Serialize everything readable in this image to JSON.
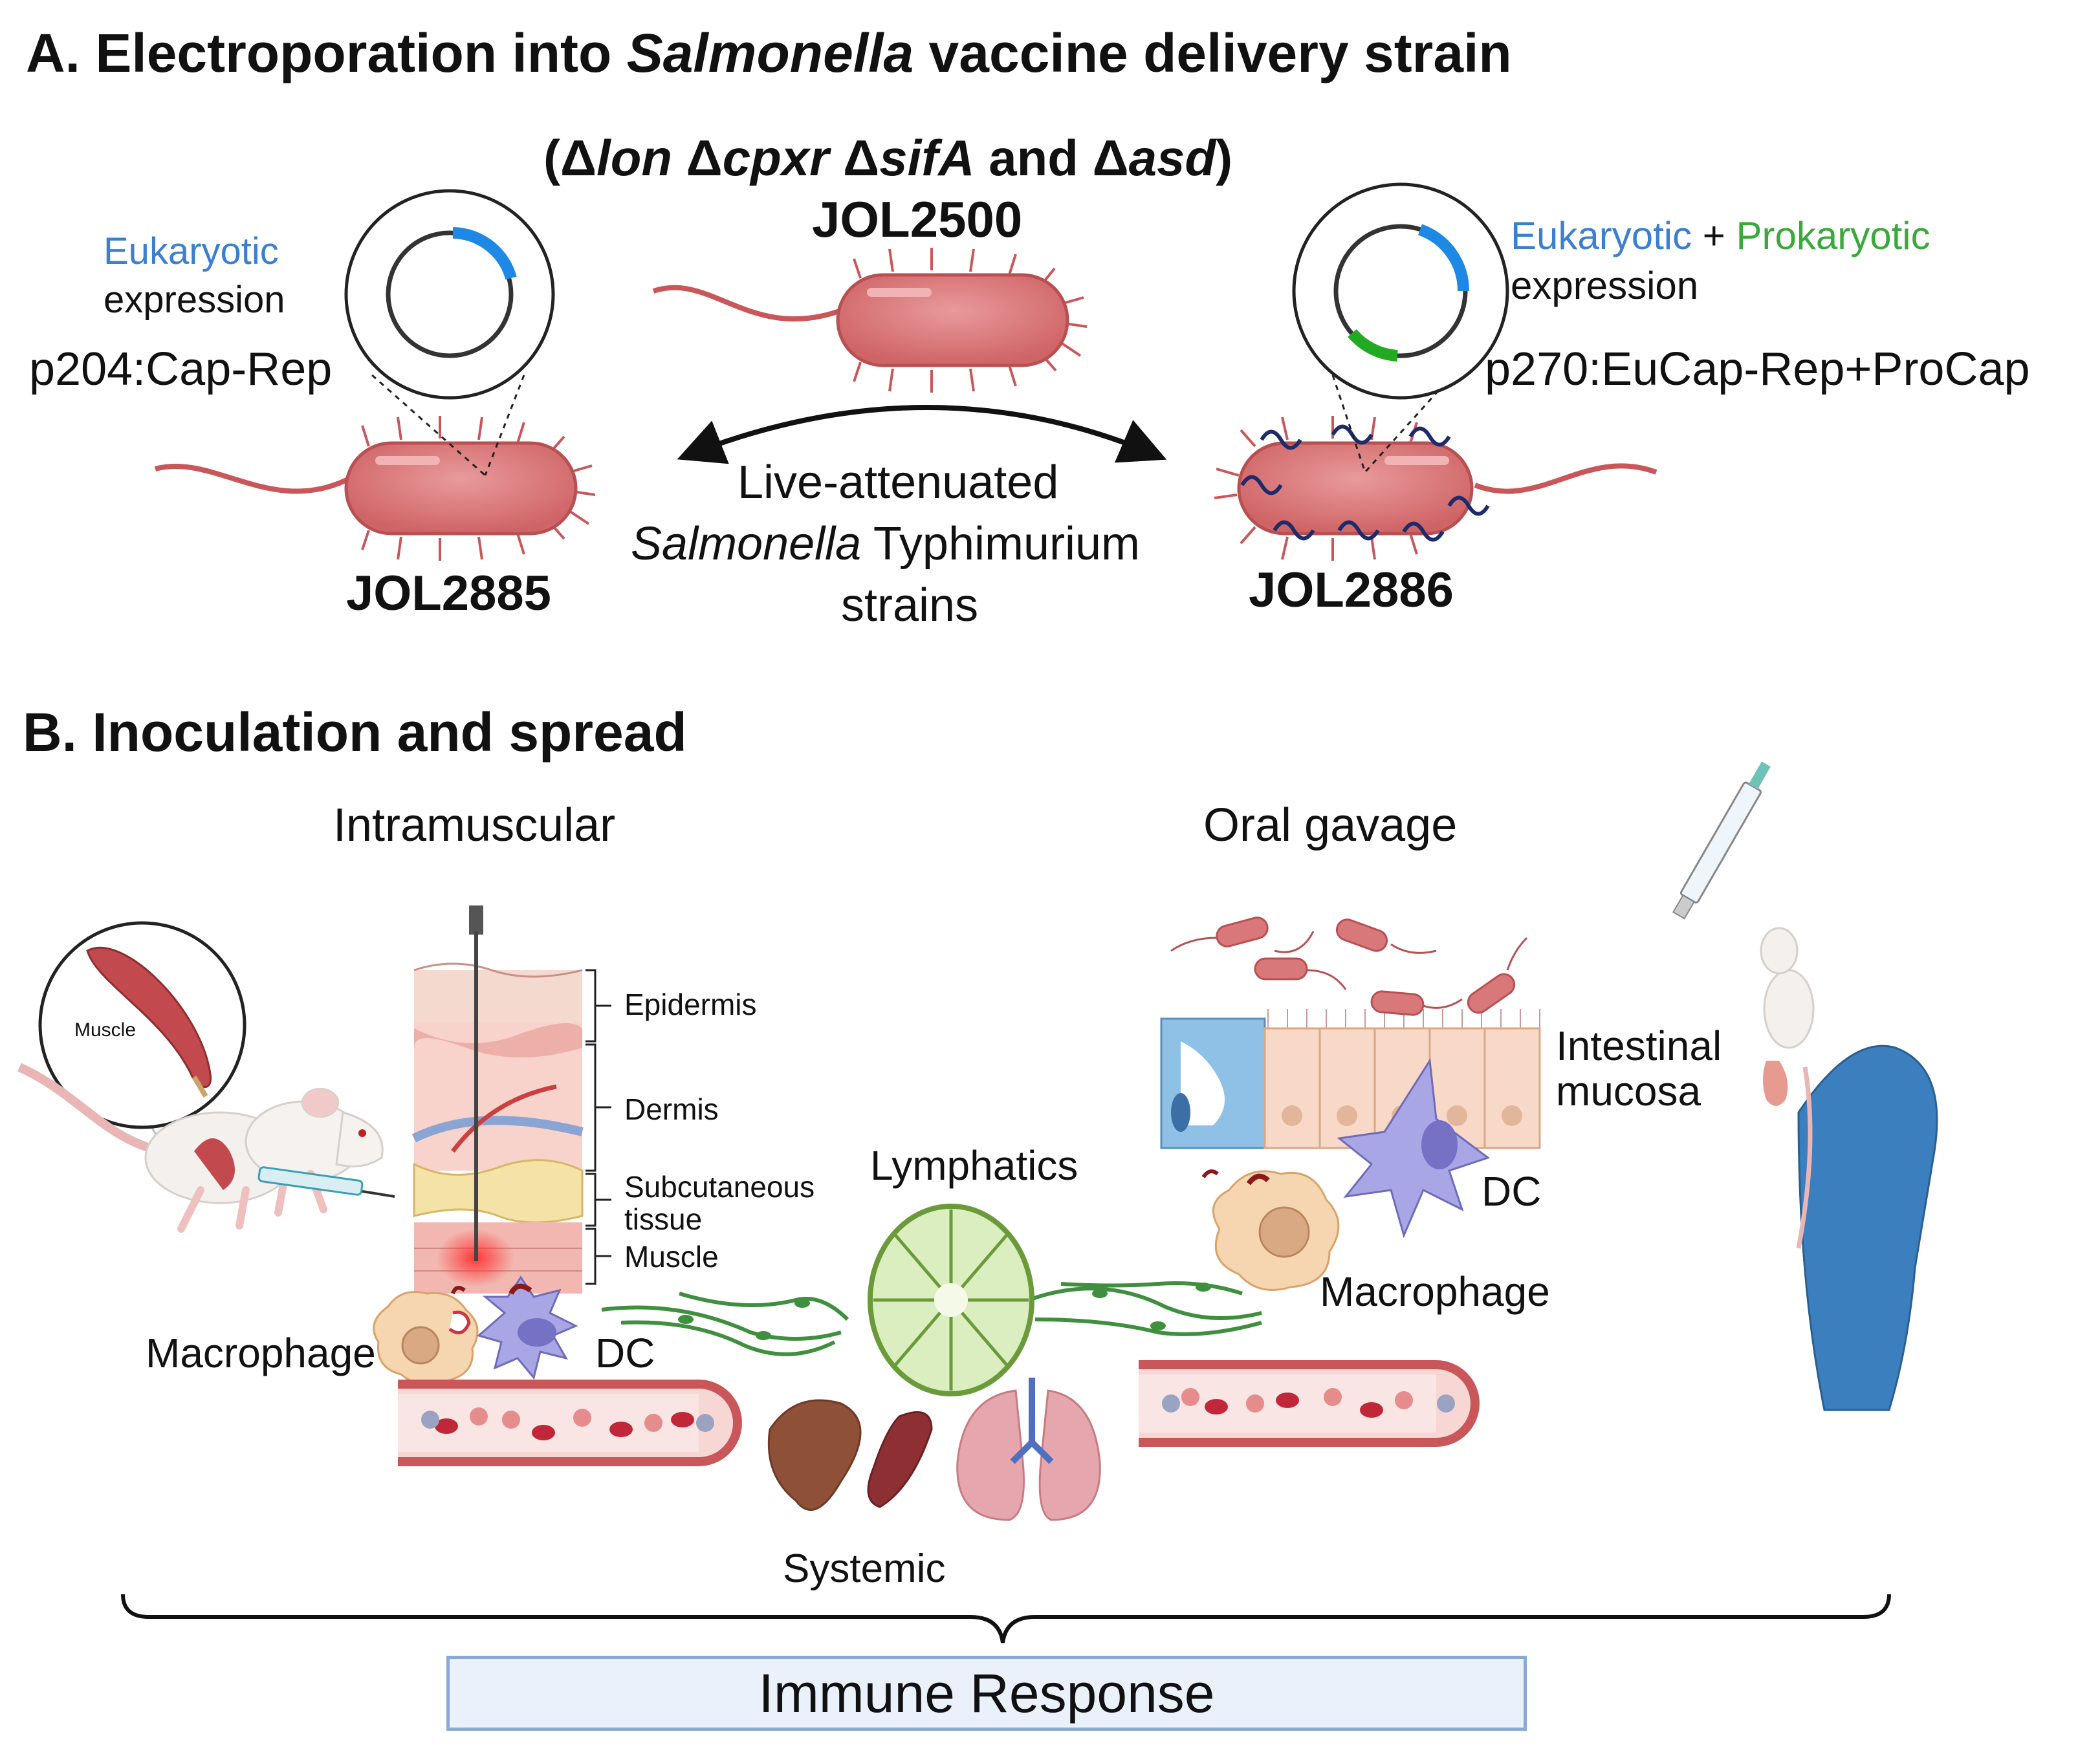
{
  "panel_a": {
    "title_prefix": "A. Electroporation into ",
    "title_italic": "Salmonella",
    "title_suffix": " vaccine delivery strain",
    "genotype": {
      "open": "(Δ",
      "lon": "lon",
      "d2": " Δ",
      "cpxr": "cpxr",
      "d3": " Δ",
      "sifA": "sifA",
      "and": " and Δ",
      "asd": "asd",
      "close": ")"
    },
    "parent_strain": "JOL2500",
    "left": {
      "expr_color_word": "Eukaryotic",
      "expr_word": "expression",
      "plasmid": "p204:Cap-Rep",
      "strain": "JOL2885"
    },
    "right": {
      "expr_color_word_1": "Eukaryotic",
      "plus": " + ",
      "expr_color_word_2": "Prokaryotic",
      "expr_word": "expression",
      "plasmid": "p270:EuCap-Rep+ProCap",
      "strain": "JOL2886"
    },
    "center_caption": {
      "line1": "Live-attenuated",
      "line2_italic": "Salmonella",
      "line2_rest": " Typhimurium",
      "line3": "strains"
    }
  },
  "panel_b": {
    "title": "B. Inoculation and spread",
    "intramuscular": "Intramuscular",
    "oral": "Oral gavage",
    "muscle_inset": "Muscle",
    "skin_layers": {
      "epidermis": "Epidermis",
      "dermis": "Dermis",
      "subcutaneous_1": "Subcutaneous",
      "subcutaneous_2": "tissue",
      "muscle": "Muscle"
    },
    "macrophage_left": "Macrophage",
    "dc_left": "DC",
    "lymphatics": "Lymphatics",
    "intestinal_1": "Intestinal",
    "intestinal_2": "mucosa",
    "dc_right": "DC",
    "macrophage_right": "Macrophage",
    "systemic": "Systemic",
    "immune_response": "Immune Response"
  },
  "colors": {
    "bacterium": "#d9787a",
    "plasmid_blue": "#1e88e5",
    "plasmid_green": "#22aa22",
    "vessel": "#c9575a",
    "lymph_green": "#3f8f3f"
  }
}
